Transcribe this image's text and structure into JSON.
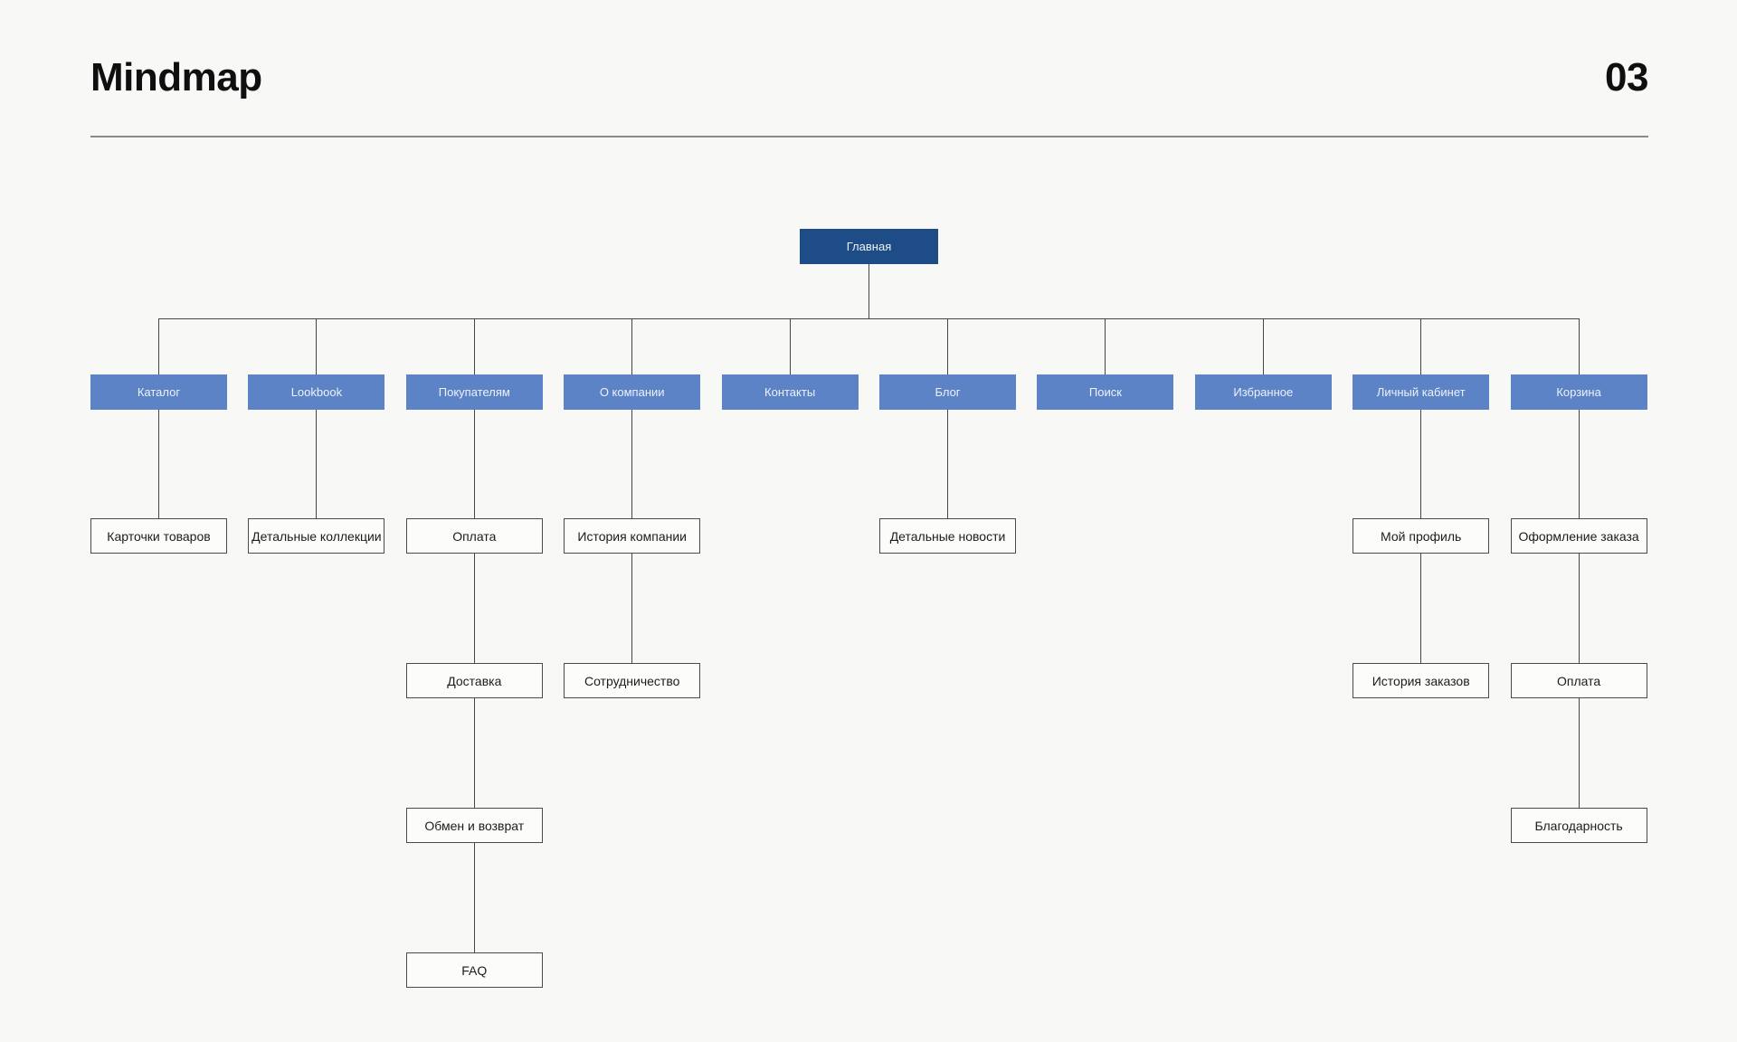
{
  "header": {
    "title": "Mindmap",
    "page_number": "03"
  },
  "palette": {
    "background": "#f8f8f6",
    "root_fill": "#1d4c87",
    "branch_fill": "#5b83c6",
    "leaf_fill": "#fcfcfb",
    "leaf_border": "#4a4a4a",
    "connector": "#454545",
    "light_text": "#eef2f8",
    "dark_text": "#1c1c1c",
    "title_text": "#0f0f0f",
    "rule": "#8a8a8a"
  },
  "mindmap": {
    "root": {
      "label": "Главная"
    },
    "branches": [
      {
        "label": "Каталог",
        "children": [
          "Карточки товаров"
        ]
      },
      {
        "label": "Lookbook",
        "children": [
          "Детальные коллекции"
        ]
      },
      {
        "label": "Покупателям",
        "children": [
          "Оплата",
          "Доставка",
          "Обмен и возврат",
          "FAQ"
        ]
      },
      {
        "label": "О компании",
        "children": [
          "История компании",
          "Сотрудничество"
        ]
      },
      {
        "label": "Контакты",
        "children": []
      },
      {
        "label": "Блог",
        "children": [
          "Детальные новости"
        ]
      },
      {
        "label": "Поиск",
        "children": []
      },
      {
        "label": "Избранное",
        "children": []
      },
      {
        "label": "Личный кабинет",
        "children": [
          "Мой профиль",
          "История заказов"
        ]
      },
      {
        "label": "Корзина",
        "children": [
          "Оформление заказа",
          "Оплата",
          "Благодарность"
        ]
      }
    ]
  }
}
